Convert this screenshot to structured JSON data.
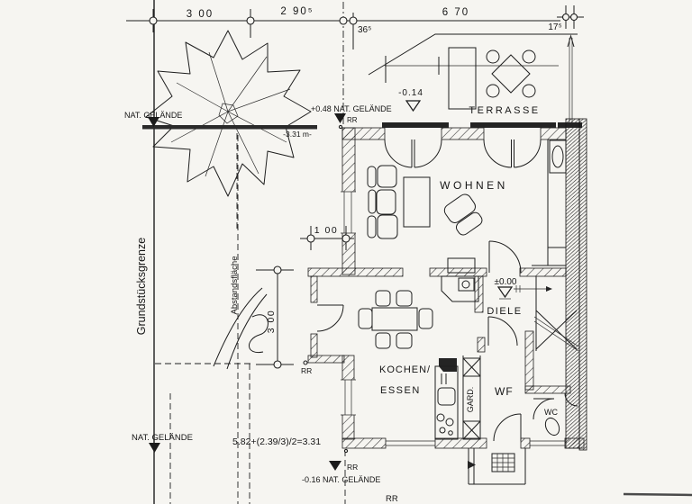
{
  "labels": {
    "dim_300_top": "3 00",
    "dim_2905": "2 90⁵",
    "dim_365": "36⁵",
    "dim_670": "6 70",
    "dim_175": "17⁵",
    "dim_100": "1 00",
    "dim_300_vert": "3 00",
    "terrasse": "TERRASSE",
    "wohnen": "WOHNEN",
    "kochen": "KOCHEN/",
    "essen": "ESSEN",
    "diele": "DIELE",
    "wf": "WF",
    "wc": "WC",
    "gard": "GARD.",
    "level_terrace": "-0.14",
    "level_floor": "±0.00",
    "level_gel_plus": "+0.48 NAT. GELÄNDE",
    "level_gel_minus": "-0.16 NAT. GELÄNDE",
    "depth_331": "-3.31 m-",
    "nat_gel_top": "NAT. GELÄNDE",
    "nat_gel_bottom": "NAT. GELÄNDE",
    "grenze": "Grundstücksgrenze",
    "abstand": "Abstandsfläche",
    "calc": "5.82+(2.39/3)/2=3.31",
    "rr": "RR"
  },
  "colors": {
    "ink": "#1e1e1e",
    "paper": "#f6f5f1",
    "ground_line": "#2a2a2a"
  }
}
